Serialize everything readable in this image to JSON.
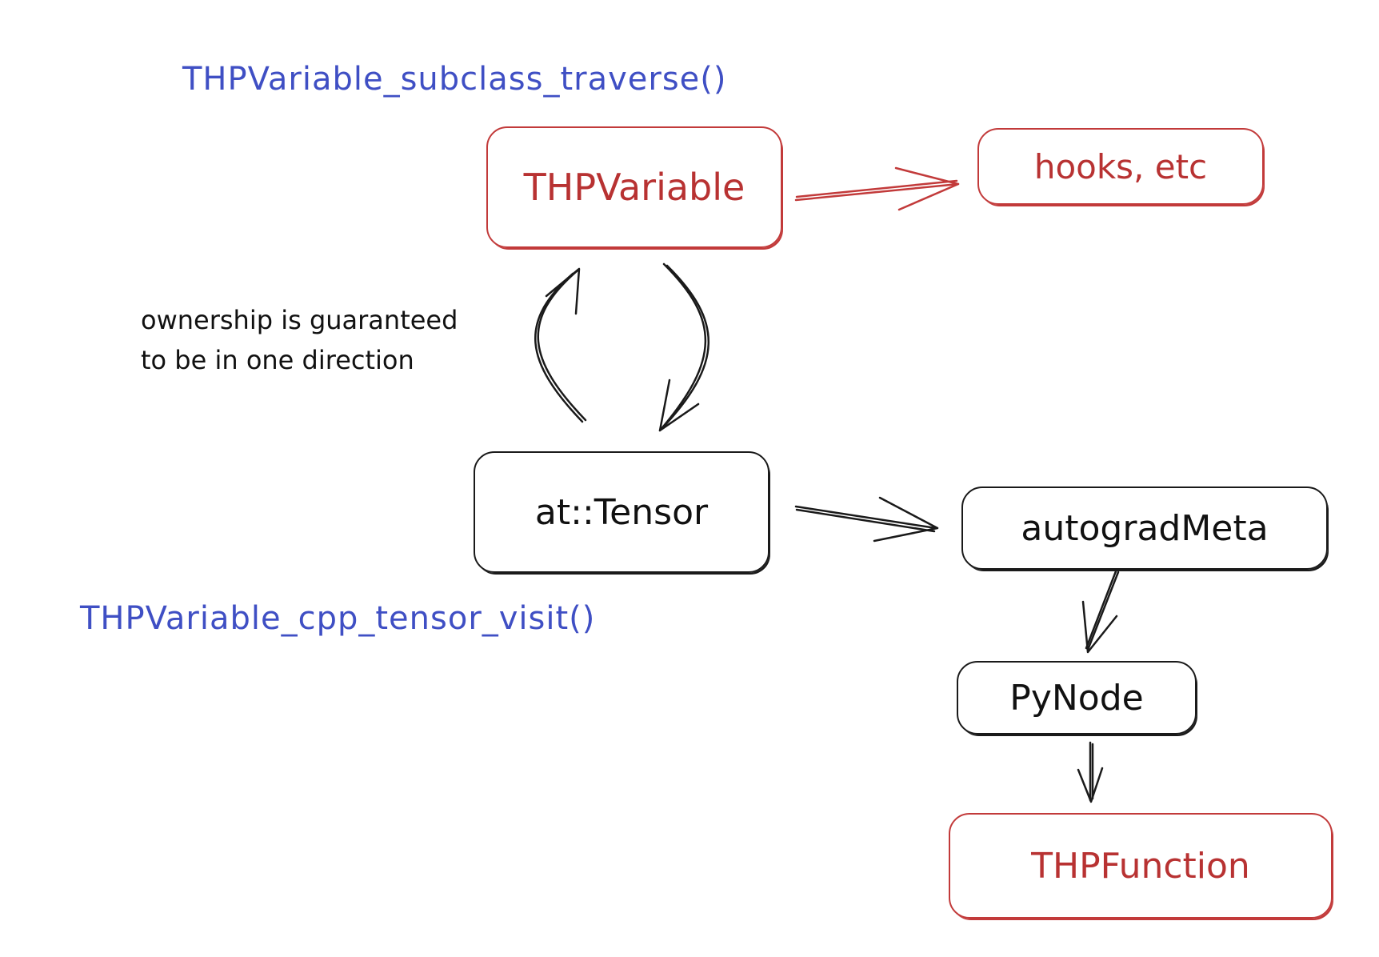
{
  "title_top": "THPVariable_subclass_traverse()",
  "title_bottom": "THPVariable_cpp_tensor_visit()",
  "note": {
    "line1": "ownership is guaranteed",
    "line2": "to be in one direction"
  },
  "nodes": {
    "thpvariable": "THPVariable",
    "hooks": "hooks, etc",
    "tensor": "at::Tensor",
    "autograd_meta": "autogradMeta",
    "pynode": "PyNode",
    "thpfunction": "THPFunction"
  },
  "colors": {
    "red": "#c23a3a",
    "blue": "#3f4fc4",
    "black": "#1a1a1a"
  }
}
